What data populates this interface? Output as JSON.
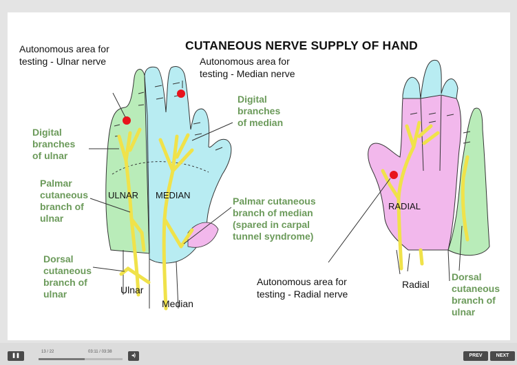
{
  "slide": {
    "title": "CUTANEOUS NERVE SUPPLY OF HAND",
    "labels": {
      "autonomous_ulnar": "Autonomous area for\ntesting - Ulnar nerve",
      "autonomous_median": "Autonomous area for\ntesting - Median nerve",
      "autonomous_radial": "Autonomous area for\ntesting - Radial nerve",
      "digital_median": "Digital\nbranches\nof median",
      "digital_ulnar": "Digital\nbranches\nof ulnar",
      "palmar_ulnar": "Palmar\ncutaneous\nbranch of\nulnar",
      "palmar_median": "Palmar cutaneous\nbranch of median\n(spared in carpal\ntunnel syndrome)",
      "dorsal_ulnar_left": "Dorsal\ncutaneous\nbranch of\nulnar",
      "dorsal_ulnar_right": "Dorsal\ncutaneous\nbranch of\nulnar",
      "ulnar_nerve": "Ulnar",
      "median_nerve": "Median",
      "radial_nerve": "Radial"
    },
    "regions": {
      "ulnar": "ULNAR",
      "median": "MEDIAN",
      "radial": "RADIAL"
    },
    "colors": {
      "ulnar_area": "#b9ecb9",
      "median_area": "#b8ecf2",
      "radial_area": "#f2b8ec",
      "nerve": "#f0e24a",
      "spot": "#e8141c",
      "label_green": "#6b9a5a"
    }
  },
  "controls": {
    "pause_icon": "pause-icon",
    "slide_counter": "13 / 22",
    "time": "03:11 / 03:38",
    "volume_icon": "volume-icon",
    "progress": 0.55,
    "prev_label": "PREV",
    "next_label": "NEXT"
  }
}
